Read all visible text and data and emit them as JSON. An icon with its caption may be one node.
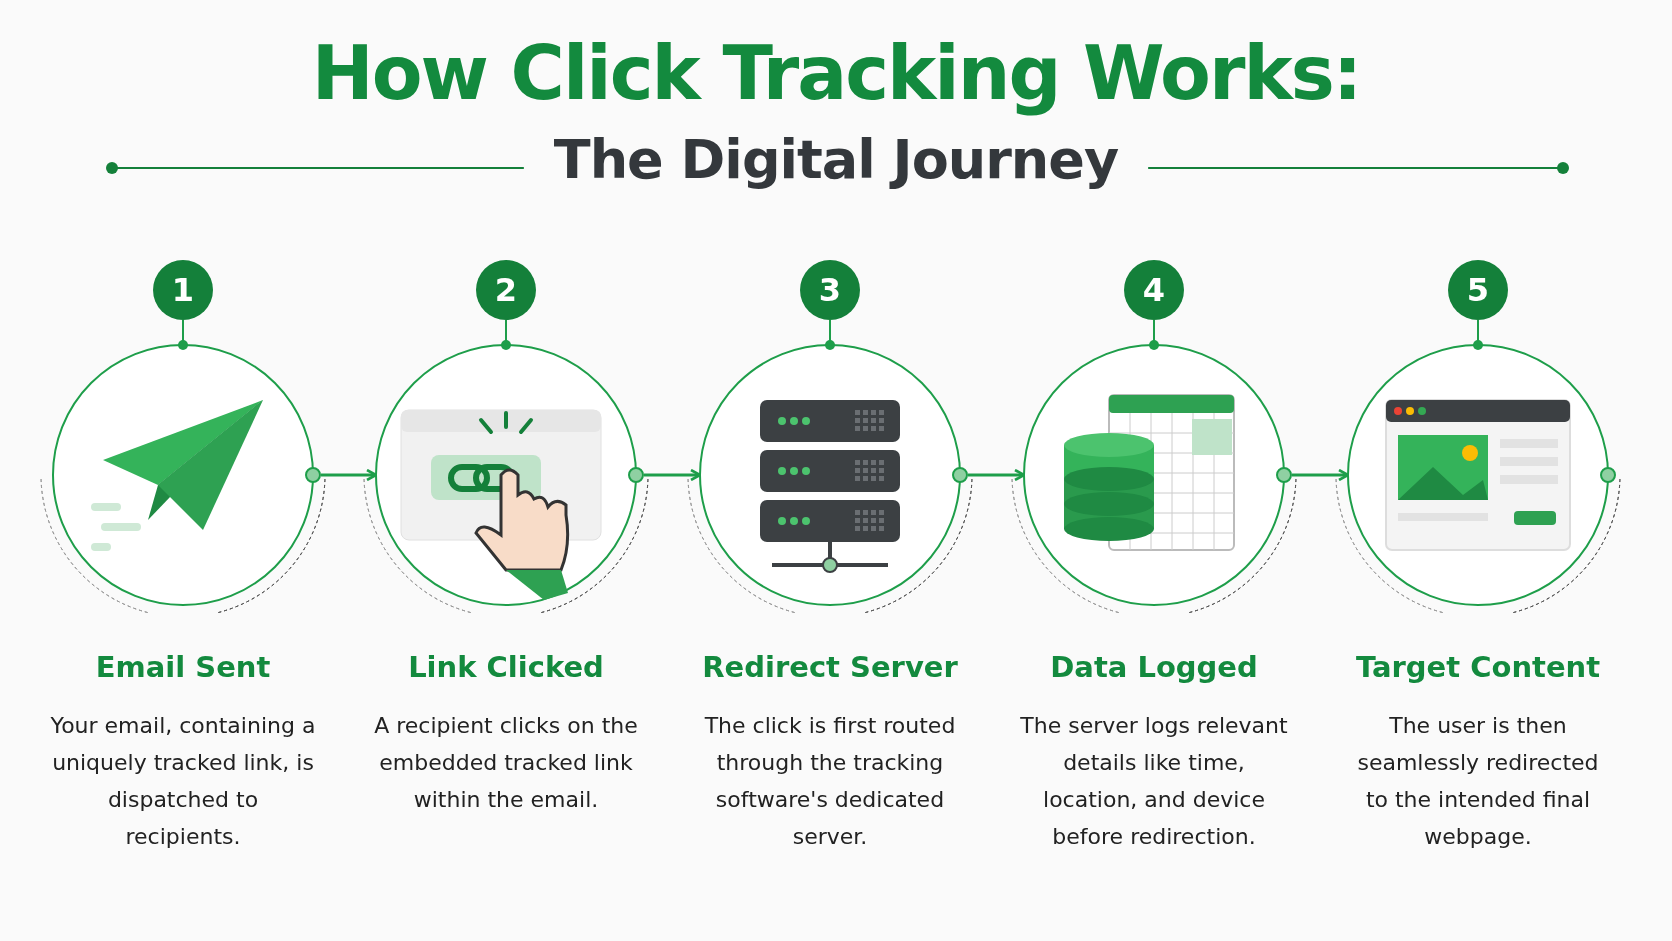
{
  "diagram": {
    "title": "How Click Tracking Works:",
    "nodes": [
      {
        "text": [
          "Email Sent",
          "Your email, containing a uniquely tracked link, is dispatched to recipients."
        ],
        "beside": [
          "1"
        ]
      },
      {
        "text": [
          "Link Clicked",
          "A recipient clicks on the embedded tracked link within the email."
        ],
        "beside": [
          "2"
        ]
      },
      {
        "text": [
          "Redirect Server",
          "The click is first routed through the tracking software's dedicated server."
        ],
        "beside": [
          "3"
        ]
      },
      {
        "text": [
          "Data Logged",
          "The server logs relevant details like time, location, and device before redirection."
        ],
        "beside": [
          "4"
        ]
      },
      {
        "text": [
          "Target Content",
          "The user is then seamlessly redirected to the intended final webpage."
        ],
        "beside": [
          "5"
        ]
      }
    ],
    "edges": [
      {
        "from": 0,
        "to": 1,
        "arrow": "to"
      },
      {
        "from": 1,
        "to": 2,
        "arrow": "to"
      },
      {
        "from": 2,
        "to": 3,
        "arrow": "to"
      },
      {
        "from": 3,
        "to": 4,
        "arrow": "to"
      }
    ],
    "labels": [
      "The Digital Journey"
    ]
  }
}
